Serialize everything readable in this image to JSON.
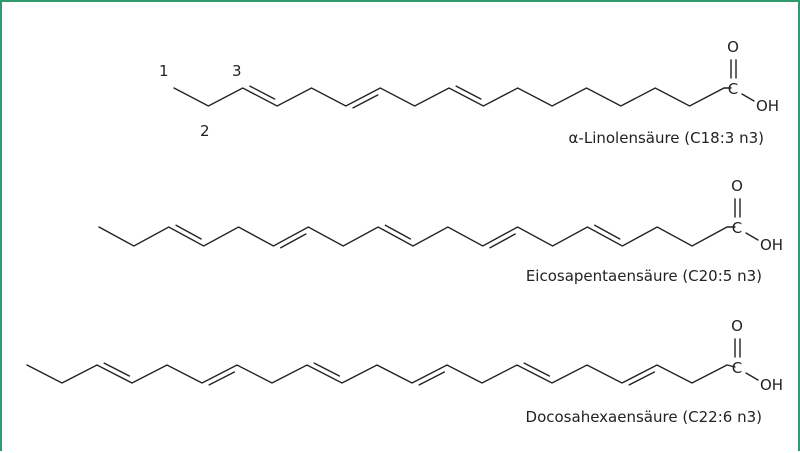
{
  "molecules": [
    {
      "name": "α-Linolensäure (C18:3  n3)",
      "carbons": 18,
      "double_bond_positions": [
        3,
        6,
        9
      ],
      "carbon_labels": [
        "1",
        "2",
        "3"
      ]
    },
    {
      "name": "Eicosapentaensäure (C20:5  n3)",
      "carbons": 20,
      "double_bond_positions": [
        3,
        6,
        9,
        12,
        15
      ]
    },
    {
      "name": "Docosahexaensäure (C22:6  n3)",
      "carbons": 22,
      "double_bond_positions": [
        3,
        6,
        9,
        12,
        15,
        18
      ]
    }
  ],
  "acid_group": {
    "carbonyl_o": "O",
    "carbon": "C",
    "hydroxyl": "OH"
  },
  "colors": {
    "frame": "#2e9a6e",
    "ink": "#222222"
  }
}
